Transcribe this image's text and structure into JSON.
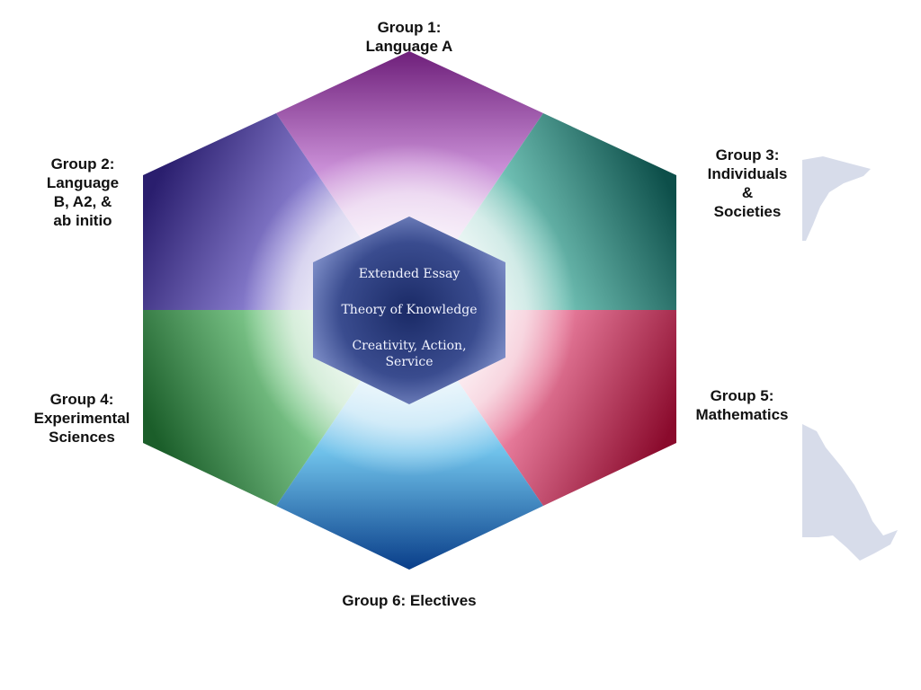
{
  "groups": [
    {
      "id": "group-1",
      "label": "Group 1:\nLanguage A"
    },
    {
      "id": "group-2",
      "label": "Group 2:\nLanguage\nB, A2, &\nab initio"
    },
    {
      "id": "group-3",
      "label": "Group 3:\nIndividuals\n&\nSocieties"
    },
    {
      "id": "group-4",
      "label": "Group 4:\nExperimental\nSciences"
    },
    {
      "id": "group-5",
      "label": "Group 5:\nMathematics"
    },
    {
      "id": "group-6",
      "label": "Group 6: Electives"
    }
  ],
  "core": {
    "items": [
      "Extended Essay",
      "Theory of Knowledge",
      "Creativity, Action,\nService"
    ]
  },
  "colors": {
    "group_1": "#6e1f7a",
    "group_2": "#2a1e6e",
    "group_3": "#0d4f4a",
    "group_4": "#1b5e2a",
    "group_5": "#8a0a2c",
    "group_6": "#0a3f8a",
    "core": "#1a2a66",
    "background_map": "#c9d0e3"
  }
}
